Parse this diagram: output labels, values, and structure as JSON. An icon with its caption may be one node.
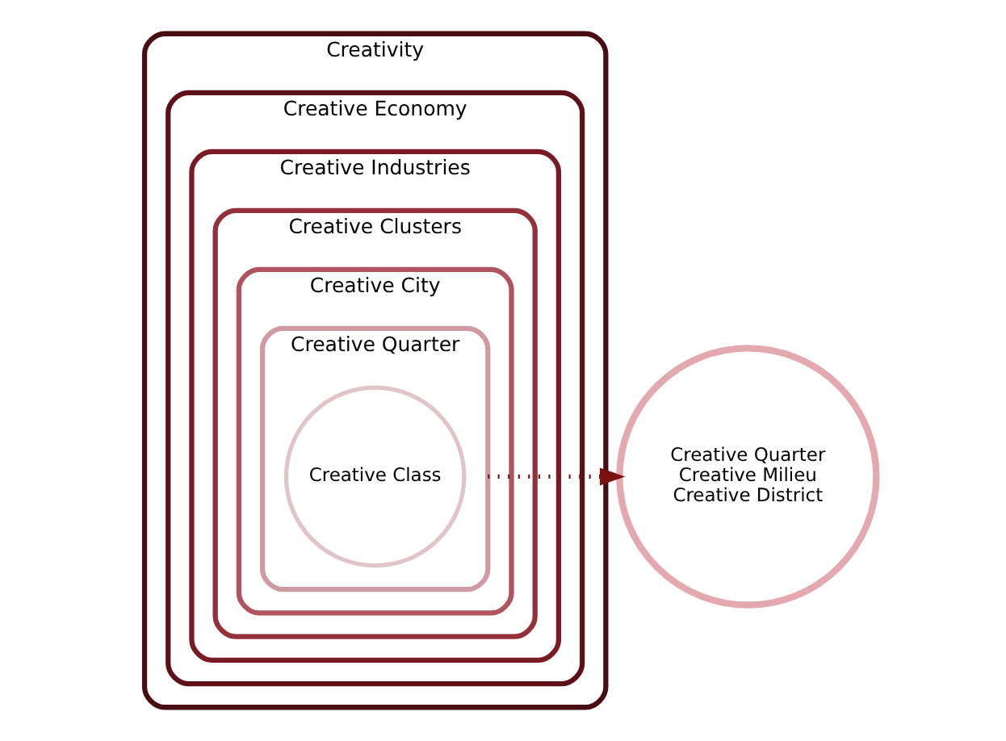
{
  "diagram": {
    "nodes": [
      {
        "text": [
          "Creativity"
        ]
      },
      {
        "text": [
          "Creative Economy"
        ],
        "in": 0
      },
      {
        "text": [
          "Creative Industries"
        ],
        "in": 1
      },
      {
        "text": [
          "Creative Clusters"
        ],
        "in": 2
      },
      {
        "text": [
          "Creative City"
        ],
        "in": 3
      },
      {
        "text": [
          "Creative Quarter"
        ],
        "in": 4
      },
      {
        "text": [
          "Creative Class"
        ],
        "in": 5
      },
      {
        "text": [
          "Creative Quarter",
          "Creative Milieu",
          "Creative District"
        ]
      }
    ],
    "edges": [
      {
        "from": 5,
        "to": 7,
        "arrow": "to",
        "style": "dashed"
      }
    ]
  }
}
